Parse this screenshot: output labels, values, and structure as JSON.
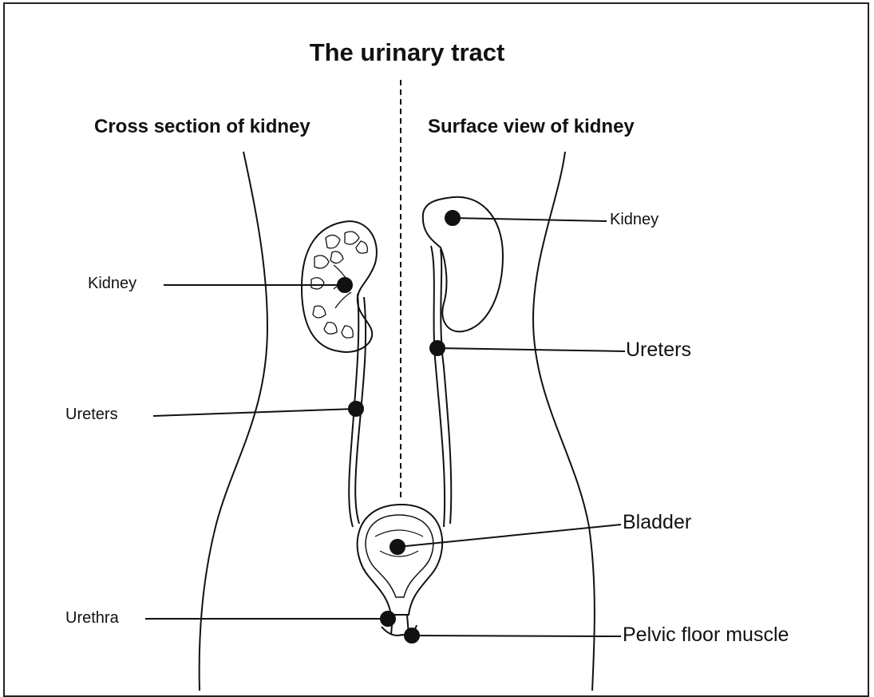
{
  "title": "The urinary tract",
  "left_heading": "Cross section of kidney",
  "right_heading": "Surface view of kidney",
  "labels": {
    "left_kidney": "Kidney",
    "left_ureters": "Ureters",
    "urethra": "Urethra",
    "right_kidney": "Kidney",
    "right_ureters": "Ureters",
    "bladder": "Bladder",
    "pelvic_floor": "Pelvic floor muscle"
  }
}
